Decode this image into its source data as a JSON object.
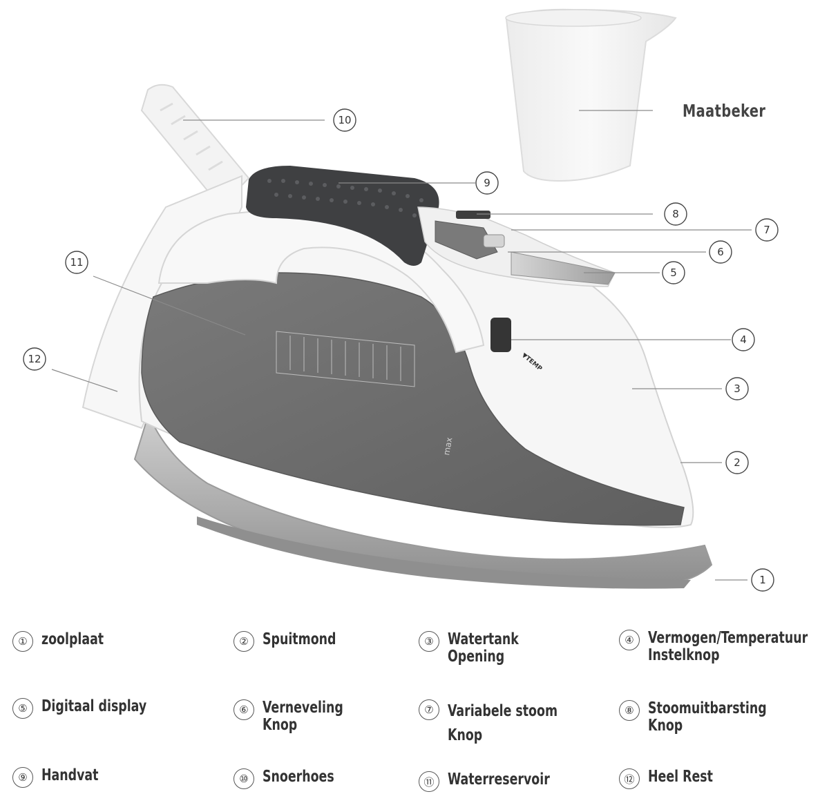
{
  "cup_label": "Maatbeker",
  "iron_markings": {
    "max": "max",
    "temp": "▼TEMP"
  },
  "callouts": [
    {
      "n": "①",
      "label": "zoolplaat"
    },
    {
      "n": "②",
      "label": "Spuitmond"
    },
    {
      "n": "③",
      "label": "Watertank\nOpening"
    },
    {
      "n": "④",
      "label": "Vermogen/Temperatuur\nInstelknop"
    },
    {
      "n": "⑤",
      "label": "Digitaal display"
    },
    {
      "n": "⑥",
      "label": "Verneveling\nKnop"
    },
    {
      "n": "⑦",
      "label": "Variabele stoom\nKnop"
    },
    {
      "n": "⑧",
      "label": "Stoomuitbarsting\nKnop"
    },
    {
      "n": "⑨",
      "label": "Handvat"
    },
    {
      "n": "⑩",
      "label": "Snoerhoes"
    },
    {
      "n": "⑪",
      "label": "Waterreservoir"
    },
    {
      "n": "⑫",
      "label": "Heel Rest"
    }
  ],
  "colors": {
    "body_white": "#f6f6f6",
    "tank_gray": "#6d6d6d",
    "handle_dark": "#3f4042",
    "soleplate_silver": "#b9b9b9",
    "callout_line": "#8a8a8a",
    "text": "#333333"
  }
}
